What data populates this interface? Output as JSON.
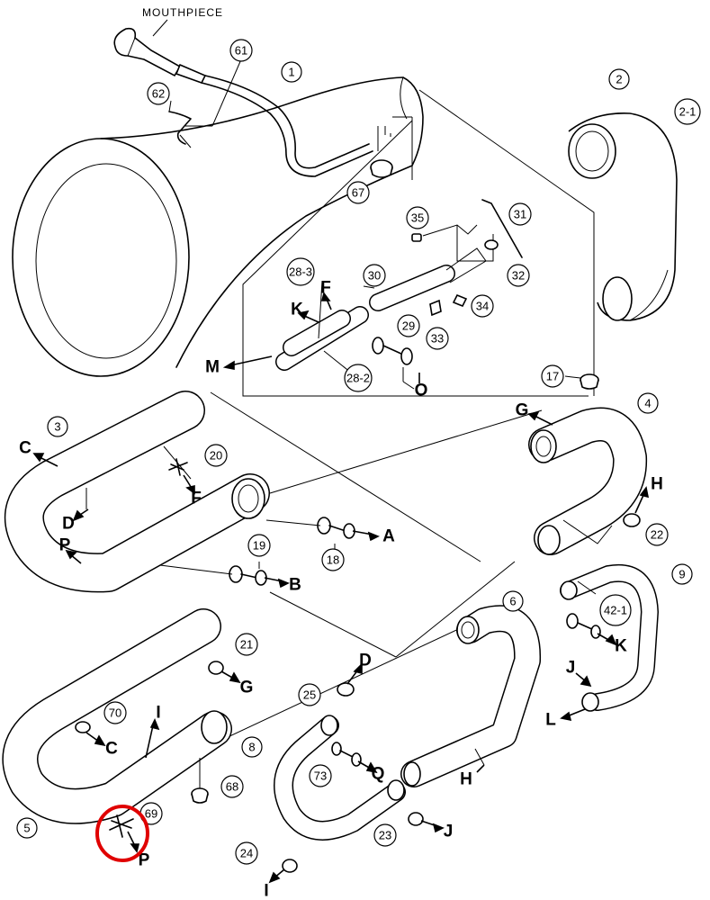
{
  "caption": "MOUTHPIECE",
  "callouts": [
    {
      "id": "c61",
      "label": "61"
    },
    {
      "id": "c62",
      "label": "62"
    },
    {
      "id": "c1",
      "label": "1"
    },
    {
      "id": "c67",
      "label": "67"
    },
    {
      "id": "c2",
      "label": "2"
    },
    {
      "id": "c2-1",
      "label": "2-1"
    },
    {
      "id": "c35",
      "label": "35"
    },
    {
      "id": "c31",
      "label": "31"
    },
    {
      "id": "c32",
      "label": "32"
    },
    {
      "id": "c28-3",
      "label": "28-3"
    },
    {
      "id": "c30",
      "label": "30"
    },
    {
      "id": "c34",
      "label": "34"
    },
    {
      "id": "c29",
      "label": "29"
    },
    {
      "id": "c33",
      "label": "33"
    },
    {
      "id": "c28-2",
      "label": "28-2"
    },
    {
      "id": "c17",
      "label": "17"
    },
    {
      "id": "c3",
      "label": "3"
    },
    {
      "id": "c20",
      "label": "20"
    },
    {
      "id": "c4",
      "label": "4"
    },
    {
      "id": "c22",
      "label": "22"
    },
    {
      "id": "c18",
      "label": "18"
    },
    {
      "id": "c19",
      "label": "19"
    },
    {
      "id": "c9",
      "label": "9"
    },
    {
      "id": "c6",
      "label": "6"
    },
    {
      "id": "c42-1",
      "label": "42-1"
    },
    {
      "id": "c21",
      "label": "21"
    },
    {
      "id": "c25",
      "label": "25"
    },
    {
      "id": "c70",
      "label": "70"
    },
    {
      "id": "c8",
      "label": "8"
    },
    {
      "id": "c73",
      "label": "73"
    },
    {
      "id": "c68",
      "label": "68"
    },
    {
      "id": "c69",
      "label": "69"
    },
    {
      "id": "c5",
      "label": "5"
    },
    {
      "id": "c23",
      "label": "23"
    },
    {
      "id": "c24",
      "label": "24"
    }
  ],
  "refs": [
    "K",
    "F",
    "M",
    "O",
    "G",
    "H",
    "C",
    "D",
    "F",
    "A",
    "P",
    "B",
    "K",
    "J",
    "L",
    "G",
    "D",
    "C",
    "I",
    "Q",
    "H",
    "J",
    "P",
    "I"
  ]
}
